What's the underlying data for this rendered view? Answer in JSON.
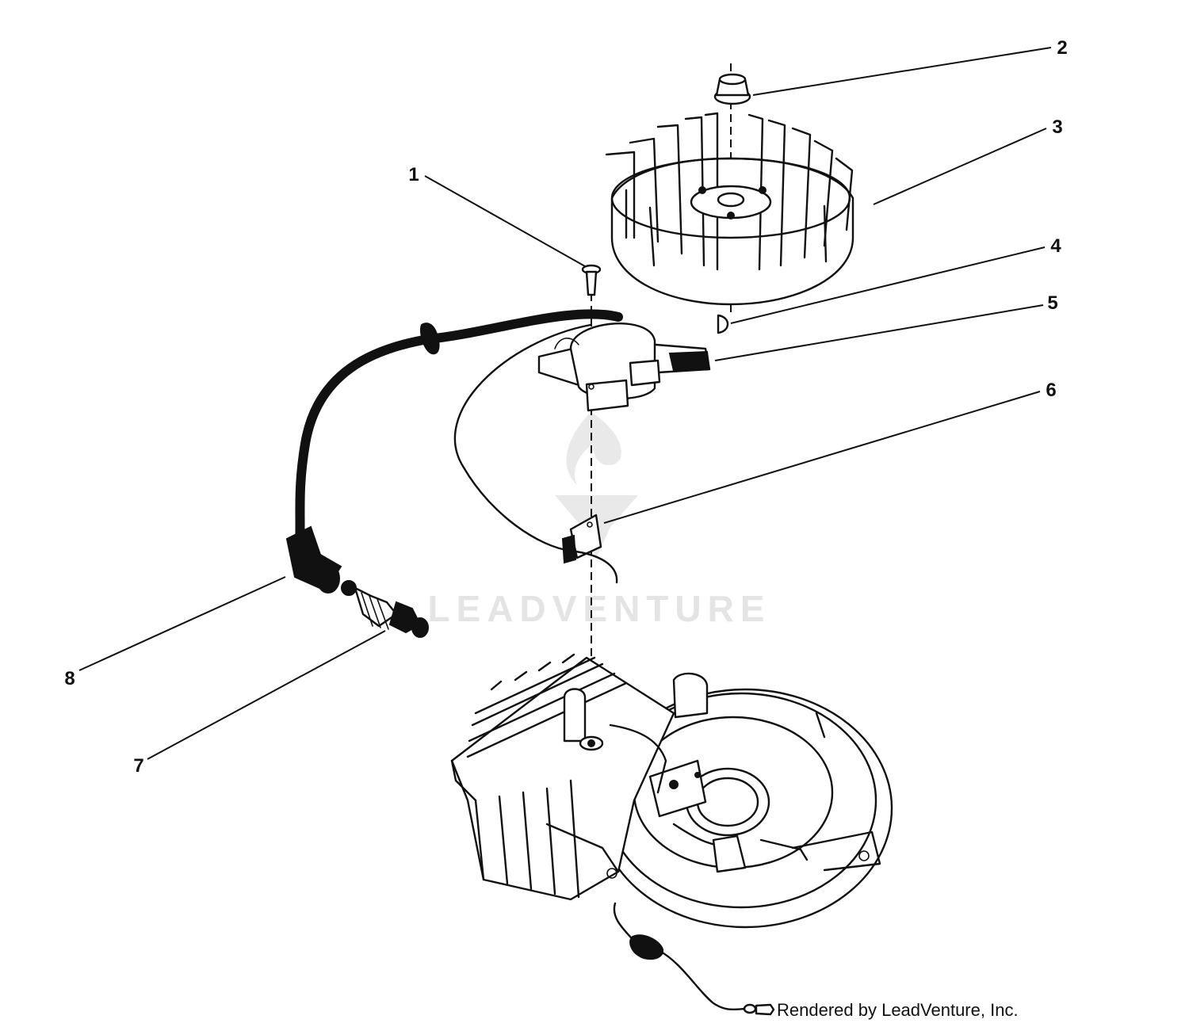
{
  "callouts": [
    {
      "id": "1",
      "label": "1"
    },
    {
      "id": "2",
      "label": "2"
    },
    {
      "id": "3",
      "label": "3"
    },
    {
      "id": "4",
      "label": "4"
    },
    {
      "id": "5",
      "label": "5"
    },
    {
      "id": "6",
      "label": "6"
    },
    {
      "id": "7",
      "label": "7"
    },
    {
      "id": "8",
      "label": "8"
    }
  ],
  "watermark": {
    "text": "LEADVENTURE",
    "color": "#e4e4e4"
  },
  "credit": "Rendered by LeadVenture, Inc.",
  "colors": {
    "ink": "#111111",
    "background": "#ffffff"
  }
}
